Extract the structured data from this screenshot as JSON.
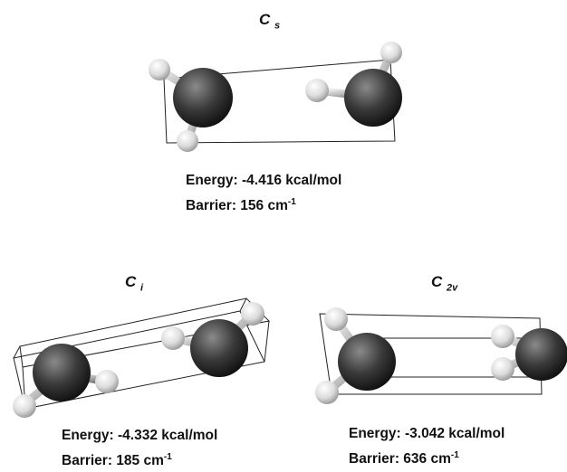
{
  "panels": {
    "cs": {
      "symbol_main": "C",
      "symbol_sub": "s",
      "energy": "Energy: -4.416 kcal/mol",
      "barrier_prefix": "Barrier: 156 cm",
      "barrier_exp": "-1"
    },
    "ci": {
      "symbol_main": "C",
      "symbol_sub": "i",
      "energy": "Energy: -4.332 kcal/mol",
      "barrier_prefix": "Barrier: 185 cm",
      "barrier_exp": "-1"
    },
    "c2v": {
      "symbol_main": "C",
      "symbol_sub": "2v",
      "energy": "Energy: -3.042 kcal/mol",
      "barrier_prefix": "Barrier: 636 cm",
      "barrier_exp": "-1"
    }
  },
  "colors": {
    "oxygen": "#3a3a3a",
    "hydrogen": "#e6e6e6",
    "box": "#222222"
  }
}
